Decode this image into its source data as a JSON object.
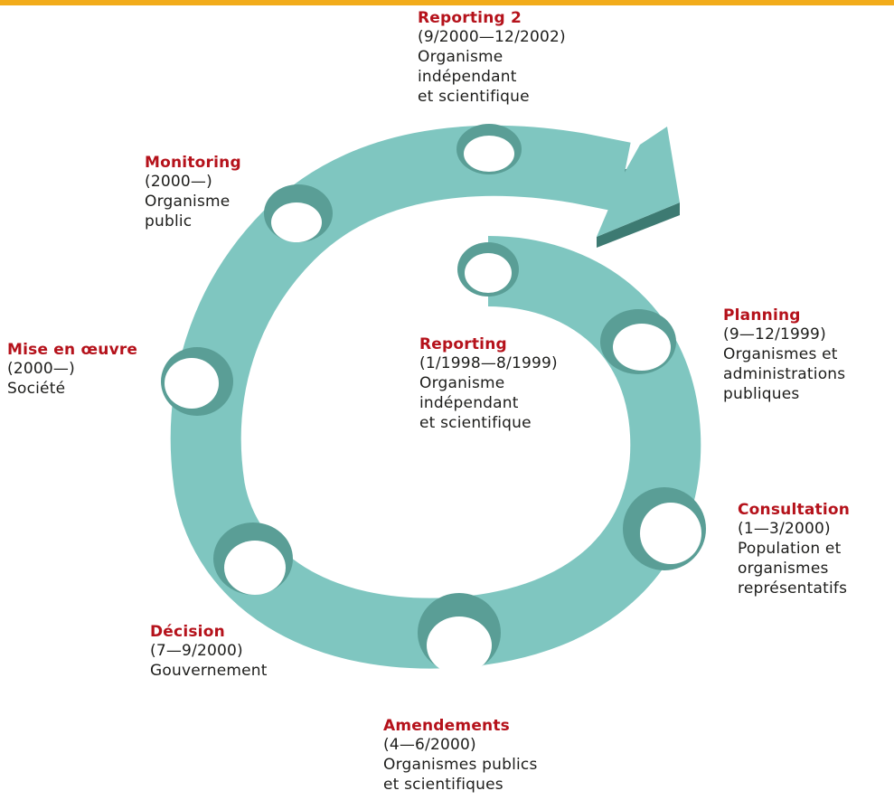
{
  "colors": {
    "band_top": "#7fc6c0",
    "band_side": "#3d7a72",
    "band_edge": "#5a9e96",
    "title": "#b5121b",
    "text": "#1d1d1b",
    "accent_bar": "#f2ac1b"
  },
  "stages": [
    {
      "id": "reporting",
      "title": "Reporting",
      "period": "(1/1998—8/1999)",
      "lines": [
        "Organisme",
        "indépendant",
        "et scientifique"
      ]
    },
    {
      "id": "planning",
      "title": "Planning",
      "period": "(9—12/1999)",
      "lines": [
        "Organismes et",
        "administrations",
        "publiques"
      ]
    },
    {
      "id": "consultation",
      "title": "Consultation",
      "period": "(1—3/2000)",
      "lines": [
        "Population et",
        "organismes",
        "représentatifs"
      ]
    },
    {
      "id": "amendements",
      "title": "Amendements",
      "period": "(4—6/2000)",
      "lines": [
        "Organismes publics",
        "et scientifiques"
      ]
    },
    {
      "id": "decision",
      "title": "Décision",
      "period": "(7—9/2000)",
      "lines": [
        "Gouvernement"
      ]
    },
    {
      "id": "mise-en-oeuvre",
      "title": "Mise en œuvre",
      "period": "(2000—)",
      "lines": [
        "Société"
      ]
    },
    {
      "id": "monitoring",
      "title": "Monitoring",
      "period": "(2000—)",
      "lines": [
        "Organisme",
        "public"
      ]
    },
    {
      "id": "reporting-2",
      "title": "Reporting 2",
      "period": "(9/2000—12/2002)",
      "lines": [
        "Organisme",
        "indépendant",
        "et scientifique"
      ]
    }
  ]
}
